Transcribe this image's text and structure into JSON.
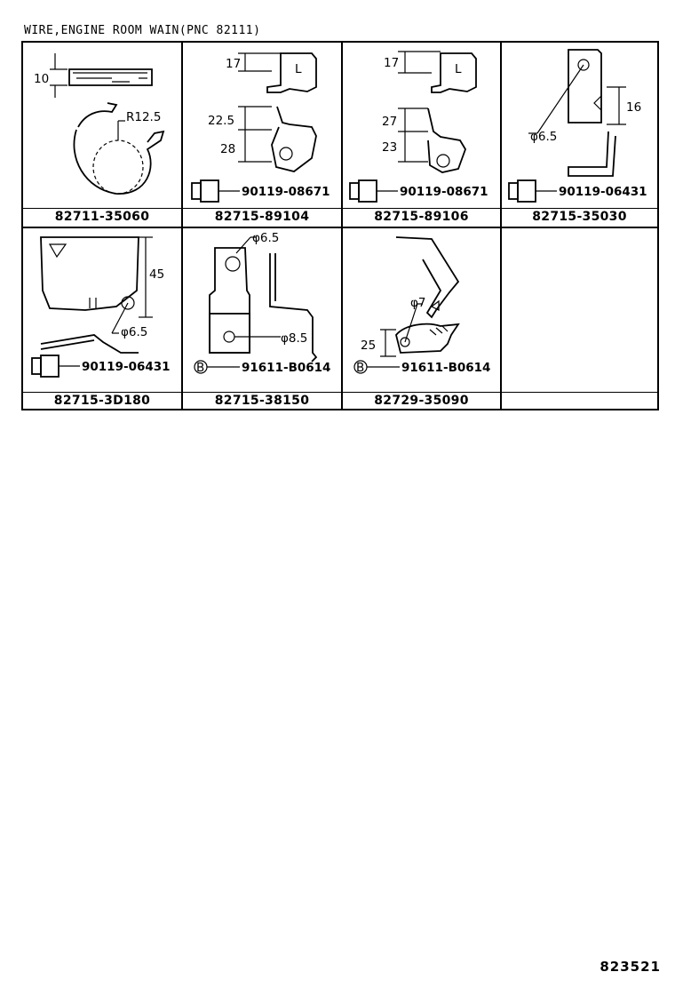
{
  "title": "WIRE,ENGINE ROOM WAIN(PNC 82111)",
  "document_number": "823521",
  "cells": [
    {
      "part_number": "82711-35060",
      "dims": [
        "10",
        "R12.5"
      ]
    },
    {
      "part_number": "82715-89104",
      "dims": [
        "17",
        "22.5",
        "28"
      ],
      "bolt": "90119-08671",
      "mark": "L"
    },
    {
      "part_number": "82715-89106",
      "dims": [
        "17",
        "27",
        "23"
      ],
      "bolt": "90119-08671",
      "mark": "L"
    },
    {
      "part_number": "82715-35030",
      "dims": [
        "16",
        "φ6.5"
      ],
      "bolt": "90119-06431"
    },
    {
      "part_number": "82715-3D180",
      "dims": [
        "45",
        "φ6.5"
      ],
      "bolt": "90119-06431"
    },
    {
      "part_number": "82715-38150",
      "dims": [
        "φ6.5",
        "φ8.5"
      ],
      "bolt": "91611-B0614",
      "bolt_prefix": "B"
    },
    {
      "part_number": "82729-35090",
      "dims": [
        "φ7",
        "25"
      ],
      "bolt": "91611-B0614",
      "bolt_prefix": "B"
    },
    {
      "part_number": ""
    }
  ]
}
